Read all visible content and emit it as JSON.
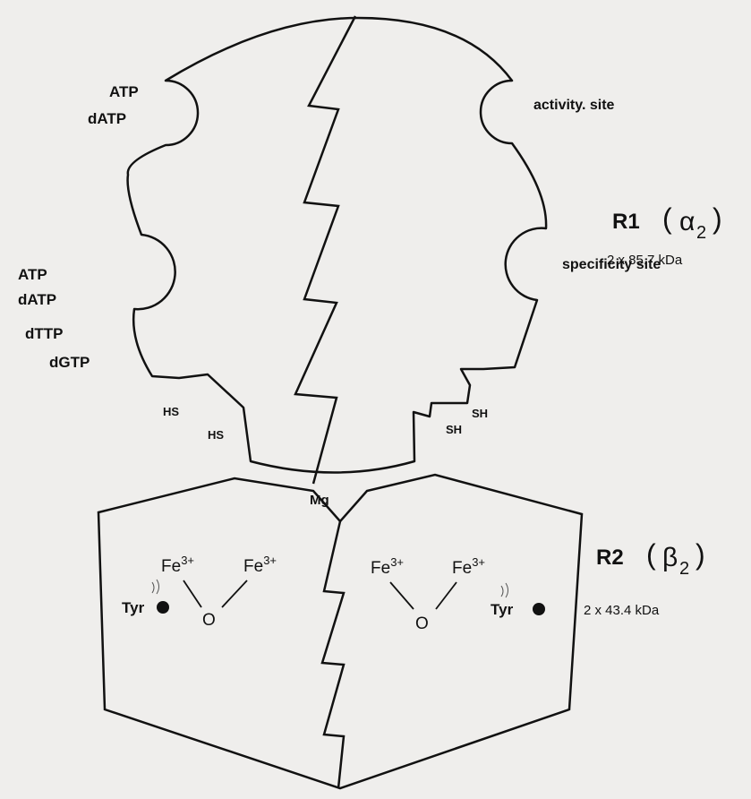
{
  "r1": {
    "allosteric_site_labels": [
      "ATP",
      "dATP"
    ],
    "activity_site_label": "activity. site",
    "specificity_site_nucleotides": [
      "ATP",
      "dATP",
      "dTTP",
      "dGTP"
    ],
    "specificity_site_label": "specificity site",
    "name": "R1",
    "subunit_symbol": "α",
    "subunit_subscript": "2",
    "mass": "2 x 85.7 kDa",
    "thiol_left_outer": "HS",
    "thiol_left_inner": "HS",
    "thiol_right_outer": "SH",
    "thiol_right_inner": "SH"
  },
  "metal": "Mg",
  "r2": {
    "iron_center_left": {
      "fe1": "Fe",
      "fe1_charge": "3+",
      "fe2": "Fe",
      "fe2_charge": "3+",
      "oxygen": "O",
      "tyrosine": "Tyr"
    },
    "iron_center_right": {
      "fe1": "Fe",
      "fe1_charge": "3+",
      "fe2": "Fe",
      "fe2_charge": "3+",
      "oxygen": "O",
      "tyrosine": "Tyr"
    },
    "name": "R2",
    "subunit_symbol": "β",
    "subunit_subscript": "2",
    "mass": "2 x 43.4 kDa"
  }
}
